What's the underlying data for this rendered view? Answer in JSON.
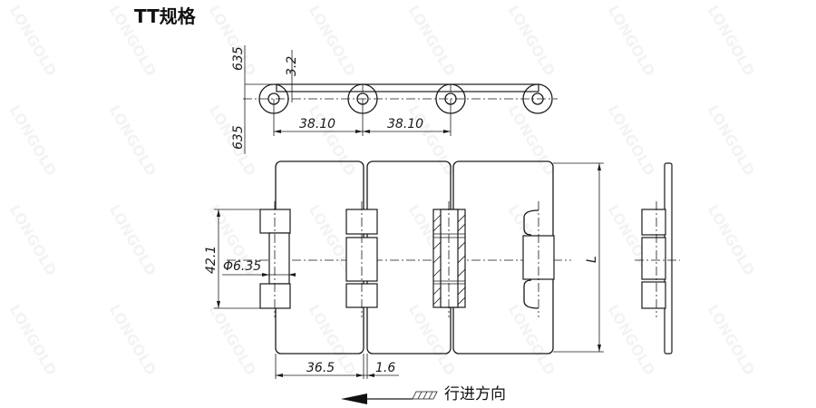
{
  "title": "TT规格",
  "watermark": "LONGOLD",
  "dimensions": {
    "offset_top": "635",
    "offset_bottom": "635",
    "plate_thickness": "3.2",
    "pitch_1": "38.10",
    "pitch_2": "38.10",
    "knuckle_span": "42.1",
    "pin_diameter": "Φ6.35",
    "length": "L",
    "link_width": "36.5",
    "gap": "1.6"
  },
  "direction_label": "行进方向"
}
